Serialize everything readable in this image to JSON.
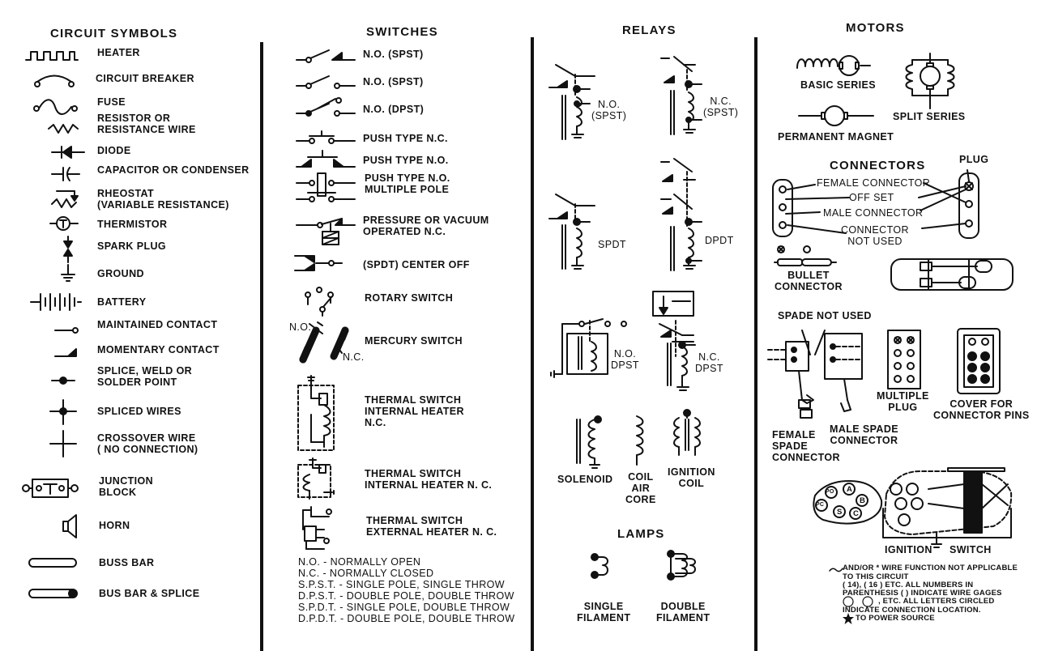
{
  "headers": {
    "circuit_symbols": "CIRCUIT SYMBOLS",
    "switches": "SWITCHES",
    "relays": "RELAYS",
    "motors": "MOTORS",
    "connectors": "CONNECTORS",
    "lamps": "LAMPS"
  },
  "circuit_symbols": [
    "HEATER",
    "CIRCUIT BREAKER",
    "FUSE",
    "RESISTOR OR\nRESISTANCE WIRE",
    "DIODE",
    "CAPACITOR OR CONDENSER",
    "RHEOSTAT\n(VARIABLE RESISTANCE)",
    "THERMISTOR",
    "SPARK PLUG",
    "GROUND",
    "BATTERY",
    "MAINTAINED CONTACT",
    "MOMENTARY CONTACT",
    "SPLICE, WELD OR\nSOLDER POINT",
    "SPLICED WIRES",
    "CROSSOVER WIRE\n( NO CONNECTION)",
    "JUNCTION\nBLOCK",
    "HORN",
    "BUSS BAR",
    "BUS BAR & SPLICE"
  ],
  "switches": [
    "N.O. (SPST)",
    "N.O. (SPST)",
    "N.O. (DPST)",
    "PUSH TYPE N.C.",
    "PUSH TYPE N.O.",
    "PUSH TYPE N.O.\nMULTIPLE POLE",
    "PRESSURE OR VACUUM\nOPERATED N.C.",
    "(SPDT) CENTER OFF",
    "ROTARY SWITCH",
    "MERCURY SWITCH",
    "THERMAL SWITCH\nINTERNAL HEATER\nN.C.",
    "THERMAL SWITCH\nINTERNAL HEATER N. C.",
    "THERMAL SWITCH\nEXTERNAL HEATER N. C."
  ],
  "mercury_labels": {
    "no": "N.O.",
    "nc": "N.C."
  },
  "abbreviations": [
    "N.O. - NORMALLY OPEN",
    "N.C. - NORMALLY CLOSED",
    "S.P.S.T. - SINGLE POLE, SINGLE THROW",
    "D.P.S.T. - DOUBLE POLE, DOUBLE THROW",
    "S.P.D.T. - SINGLE POLE, DOUBLE THROW",
    "D.P.D.T. - DOUBLE POLE, DOUBLE THROW"
  ],
  "relays": {
    "no_spst": "N.O.\n(SPST)",
    "nc_spst": "N.C.\n(SPST)",
    "spdt": "SPDT",
    "dpdt": "DPDT",
    "no_dpst": "N.O.\nDPST",
    "nc_dpst": "N.C.\nDPST",
    "solenoid": "SOLENOID",
    "coil_air_core": "COIL\nAIR\nCORE",
    "ignition_coil": "IGNITION\nCOIL"
  },
  "lamps": {
    "single": "SINGLE\nFILAMENT",
    "double": "DOUBLE\nFILAMENT"
  },
  "motors": {
    "basic_series": "BASIC SERIES",
    "split_series": "SPLIT SERIES",
    "permanent_magnet": "PERMANENT MAGNET"
  },
  "connectors": {
    "plug": "PLUG",
    "female_connector": "FEMALE CONNECTOR",
    "off_set": "OFF SET",
    "male_connector": "MALE CONNECTOR",
    "not_used": "CONNECTOR\nNOT USED",
    "bullet": "BULLET\nCONNECTOR",
    "spade_not_used": "SPADE NOT USED",
    "multiple_plug": "MULTIPLE\nPLUG",
    "cover": "COVER FOR\nCONNECTOR PINS",
    "female_spade": "FEMALE\nSPADE\nCONNECTOR",
    "male_spade": "MALE SPADE\nCONNECTOR",
    "ignition": "IGNITION",
    "switch": "SWITCH",
    "pin_letters": [
      "A",
      "B",
      "C",
      "S",
      "PO",
      "PC"
    ]
  },
  "notes": [
    "AND/OR * WIRE FUNCTION NOT APPLICABLE",
    "TO THIS CIRCUIT",
    "( 14), ( 16 ) ETC. ALL NUMBERS IN",
    "PARENTHESIS ( ) INDICATE WIRE GAGES",
    ", ETC. ALL LETTERS CIRCLED",
    "INDICATE CONNECTION LOCATION.",
    "TO POWER SOURCE"
  ]
}
